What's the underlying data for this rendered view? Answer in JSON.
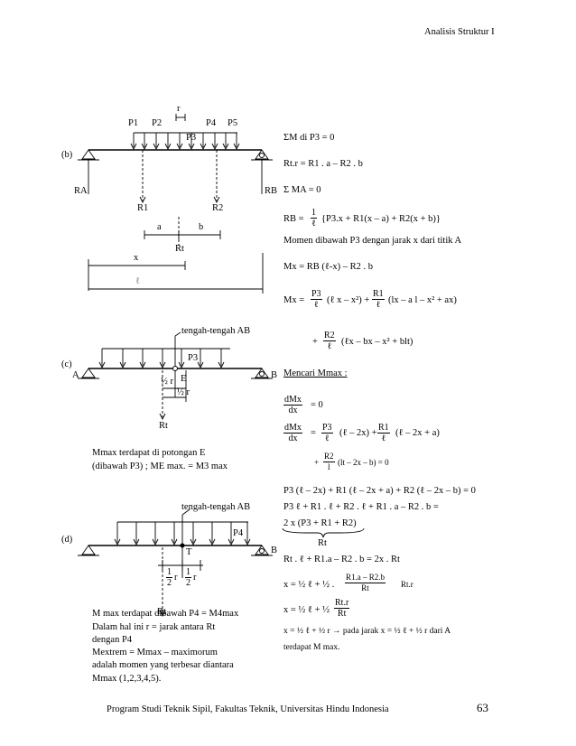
{
  "header": {
    "title": "Analisis Struktur I"
  },
  "footer": {
    "text": "Program Studi Teknik Sipil, Fakultas Teknik, Universitas Hindu Indonesia",
    "page": "63"
  },
  "fig_b": {
    "label": "(b)",
    "loads": [
      "P1",
      "P2",
      "P3",
      "P4",
      "P5"
    ],
    "r": "r",
    "RA": "RA",
    "RB": "RB",
    "R1": "R1",
    "R2": "R2",
    "a": "a",
    "b": "b",
    "Rt": "Rt",
    "x": "x",
    "ell": "ℓ"
  },
  "fig_c": {
    "label": "(c)",
    "mid": "tengah-tengah AB",
    "P3": "P3",
    "A": "A",
    "B": "B",
    "half_r": "½ r",
    "E": "E",
    "half_r2": "½ r",
    "Rt": "Rt",
    "caption": [
      "Mmax terdapat di potongan E",
      "(dibawah P3) ; ME max. = M3 max"
    ]
  },
  "fig_d": {
    "label": "(d)",
    "mid": "tengah-tengah AB",
    "P4": "P4",
    "T": "T",
    "B": "B",
    "half": "1",
    "two": "2",
    "r": "r",
    "Rt": "Rt",
    "caption": [
      "M max terdapat dibawah P4 = M4max",
      "Dalam hal ini r = jarak antara Rt",
      "dengan P4",
      "Mextrem  =  Mmax  –  maximorum",
      "adalah  momen  yang  terbesar  diantara",
      "Mmax (1,2,3,4,5)."
    ]
  },
  "right": {
    "l1": "ΣM di P3 = 0",
    "l2": "Rt.r = R1 . a – R2 . b",
    "l3": "Σ MA  = 0",
    "rb_lhs": "RB =",
    "rb_num": "1",
    "rb_den": "ℓ",
    "rb_rhs": "{P3.x + R1(x – a) + R2(x + b)}",
    "l5": "Momen dibawah P3 dengan jarak x dari titik A",
    "l6": "Mx = RB (ℓ-x) – R2 . b",
    "mx_lhs": "Mx =",
    "mx_f1n": "P3",
    "mx_f1d": "ℓ",
    "mx_t1": "(ℓ x – x²) +",
    "mx_f2n": "R1",
    "mx_f2d": "ℓ",
    "mx_t2": "(lx – a l – x² + ax)",
    "mx_plus": "+",
    "mx_f3n": "R2",
    "mx_f3d": "ℓ",
    "mx_t3": "(ℓx – bx – x² + blt)",
    "mm_title": "Mencari Mmax :",
    "d1n": "dMx",
    "d1d": "dx",
    "d1r": "= 0",
    "d2n": "dMx",
    "d2d": "dx",
    "d2eq": "=",
    "d2f1n": "P3",
    "d2f1d": "ℓ",
    "d2t1": "(ℓ – 2x) +",
    "d2f2n": "R1",
    "d2f2d": "ℓ",
    "d2t2": "(ℓ – 2x + a)",
    "d3plus": "+",
    "d3n": "R2",
    "d3d": "l",
    "d3t": "(lt – 2x – b) = 0",
    "e1": "P3 (ℓ – 2x) + R1 (ℓ – 2x + a) + R2 (ℓ – 2x – b) = 0",
    "e2": "P3 ℓ + R1 . ℓ + R2 . ℓ + R1 . a – R2 . b =",
    "e3": "2 x (P3 + R1 + R2)",
    "e3b": "Rt",
    "e4": "Rt . ℓ + R1.a – R2 . b = 2x . Rt",
    "e5a": "x = ½ ℓ + ½  .",
    "e5n": "R1.a – R2.b",
    "e5d": "Rt",
    "e5r": "Rt.r",
    "e6a": "x = ½ ℓ + ½",
    "e6n": "Rt.r",
    "e6d": "Rt",
    "e7": "x = ½ ℓ + ½ r → pada jarak x = ½ ℓ + ½ r dari A",
    "e8": "terdapat M max."
  }
}
